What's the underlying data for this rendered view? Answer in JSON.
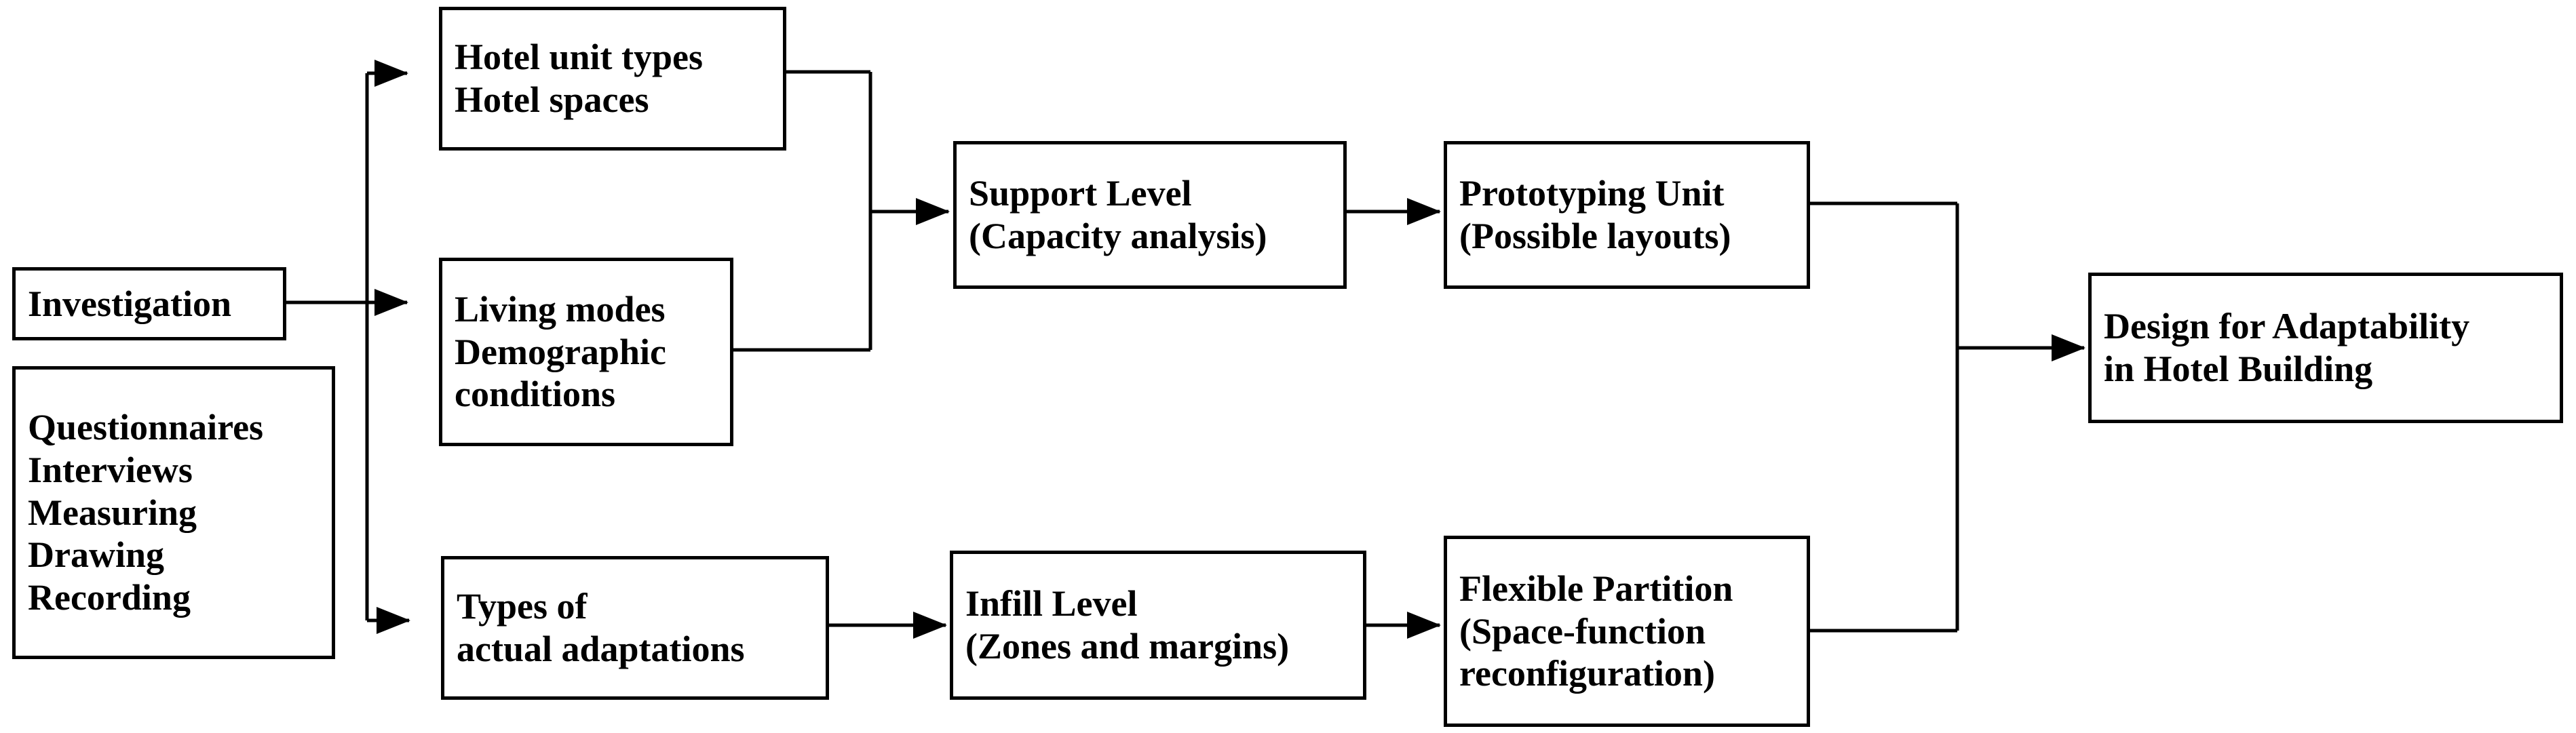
{
  "diagram": {
    "title": "Design for Adaptability in Hotel Building research flowchart",
    "stroke_color": "#000000",
    "background_color": "#ffffff",
    "text_color": "#000000"
  },
  "nodes": {
    "investigation": {
      "lines": [
        "Investigation"
      ]
    },
    "questionnaires": {
      "lines": [
        "Questionnaires",
        "Interviews",
        "Measuring",
        "Drawing",
        "Recording"
      ]
    },
    "hotel_units": {
      "lines": [
        "Hotel unit types",
        "Hotel spaces"
      ]
    },
    "living_modes": {
      "lines": [
        "Living modes",
        "Demographic",
        "conditions"
      ]
    },
    "types_actual": {
      "lines": [
        "Types of",
        "actual adaptations"
      ]
    },
    "support_level": {
      "lines": [
        "Support Level",
        "(Capacity analysis)"
      ]
    },
    "infill_level": {
      "lines": [
        "Infill Level",
        "(Zones and margins)"
      ]
    },
    "prototyping_unit": {
      "lines": [
        "Prototyping Unit",
        "(Possible layouts)"
      ]
    },
    "flexible_part": {
      "lines": [
        "Flexible Partition",
        "(Space-function",
        "reconfiguration)"
      ]
    },
    "design_adapt": {
      "lines": [
        "Design for Adaptability",
        "in Hotel Building"
      ]
    }
  },
  "edges": [
    {
      "from": "investigation",
      "to": "hotel_units",
      "style": "elbow-up",
      "arrow": true
    },
    {
      "from": "investigation",
      "to": "living_modes",
      "style": "straight",
      "arrow": true
    },
    {
      "from": "investigation",
      "to": "types_actual",
      "style": "elbow-down",
      "arrow": true
    },
    {
      "from": "hotel_units",
      "to": "support_level",
      "style": "elbow-merge",
      "arrow": true
    },
    {
      "from": "living_modes",
      "to": "support_level",
      "style": "elbow-merge",
      "arrow": true
    },
    {
      "from": "support_level",
      "to": "prototyping_unit",
      "style": "straight",
      "arrow": true
    },
    {
      "from": "types_actual",
      "to": "infill_level",
      "style": "straight",
      "arrow": true
    },
    {
      "from": "infill_level",
      "to": "flexible_part",
      "style": "straight",
      "arrow": true
    },
    {
      "from": "prototyping_unit",
      "to": "design_adapt",
      "style": "elbow-merge",
      "arrow": true
    },
    {
      "from": "flexible_part",
      "to": "design_adapt",
      "style": "elbow-merge",
      "arrow": true
    }
  ]
}
